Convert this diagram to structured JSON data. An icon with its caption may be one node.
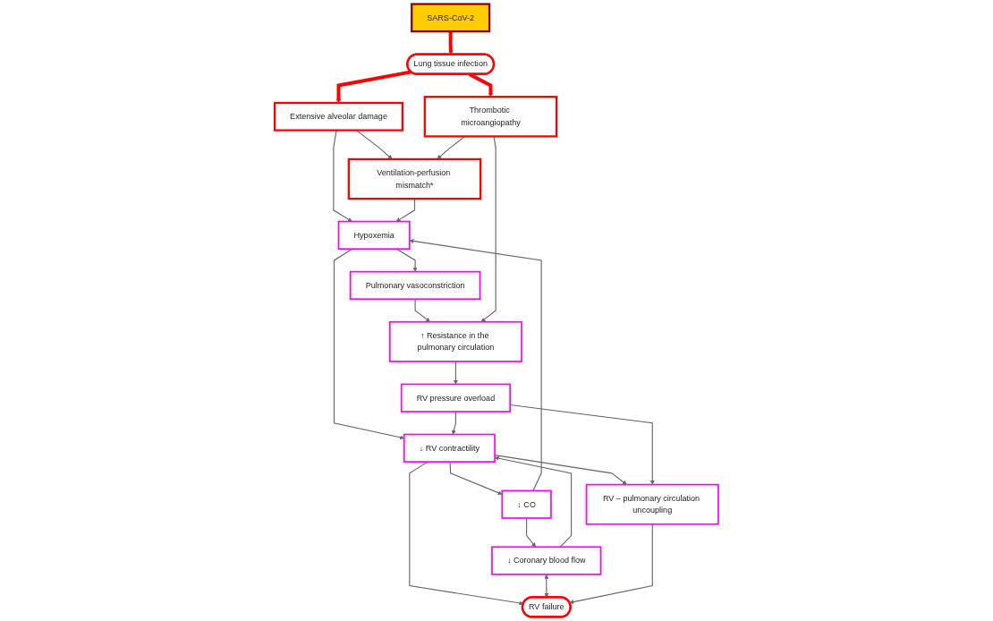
{
  "diagram": {
    "nodes": [
      {
        "text": [
          "SARS-CoV-2"
        ]
      },
      {
        "text": [
          "Lung tissue infection"
        ]
      },
      {
        "text": [
          "Extensive alveolar damage"
        ]
      },
      {
        "text": [
          "Ventilation-perfusion mismatch*"
        ]
      },
      {
        "text": [
          "Thrombotic microangiopathy"
        ]
      },
      {
        "text": [
          "Hypoxemia"
        ]
      },
      {
        "text": [
          "Pulmonary vasoconstriction"
        ]
      },
      {
        "text": [
          "↑ Resistance in the pulmonary circulation"
        ]
      },
      {
        "text": [
          "↓ CO"
        ]
      },
      {
        "text": [
          "↓ RV contractility"
        ]
      },
      {
        "text": [
          "RV pressure overload"
        ]
      },
      {
        "text": [
          "↓ Coronary blood flow"
        ]
      },
      {
        "text": [
          "RV failure"
        ]
      },
      {
        "text": [
          "RV – pulmonary circulation uncoupling"
        ]
      }
    ],
    "edges": [
      {
        "from": 0,
        "to": 1,
        "arrow": "to",
        "style": "thick",
        "color": "#ff0000"
      },
      {
        "from": 1,
        "to": 2,
        "arrow": "to",
        "style": "thick",
        "color": "#ff0000"
      },
      {
        "from": 1,
        "to": 4,
        "arrow": "to",
        "style": "thick",
        "color": "#ff0000"
      },
      {
        "from": 2,
        "to": 3,
        "arrow": "to"
      },
      {
        "from": 4,
        "to": 3,
        "arrow": "to"
      },
      {
        "from": 2,
        "to": 5,
        "arrow": "to"
      },
      {
        "from": 3,
        "to": 5,
        "arrow": "to"
      },
      {
        "from": 5,
        "to": 6,
        "arrow": "to"
      },
      {
        "from": 6,
        "to": 7,
        "arrow": "to"
      },
      {
        "from": 4,
        "to": 7,
        "arrow": "to"
      },
      {
        "from": 5,
        "to": 9,
        "arrow": "to"
      },
      {
        "from": 7,
        "to": 10,
        "arrow": "to"
      },
      {
        "from": 10,
        "to": 9,
        "arrow": "to"
      },
      {
        "from": 9,
        "to": 8,
        "arrow": "to"
      },
      {
        "from": 8,
        "to": 5,
        "arrow": "to"
      },
      {
        "from": 8,
        "to": 11,
        "arrow": "to"
      },
      {
        "from": 11,
        "to": 9,
        "arrow": "to"
      },
      {
        "from": 9,
        "to": 12,
        "arrow": "to"
      },
      {
        "from": 9,
        "to": 13,
        "arrow": "to"
      },
      {
        "from": 10,
        "to": 13,
        "arrow": "to"
      },
      {
        "from": 11,
        "to": 12,
        "arrow": "both"
      },
      {
        "from": 13,
        "to": 12,
        "arrow": "to"
      }
    ]
  }
}
